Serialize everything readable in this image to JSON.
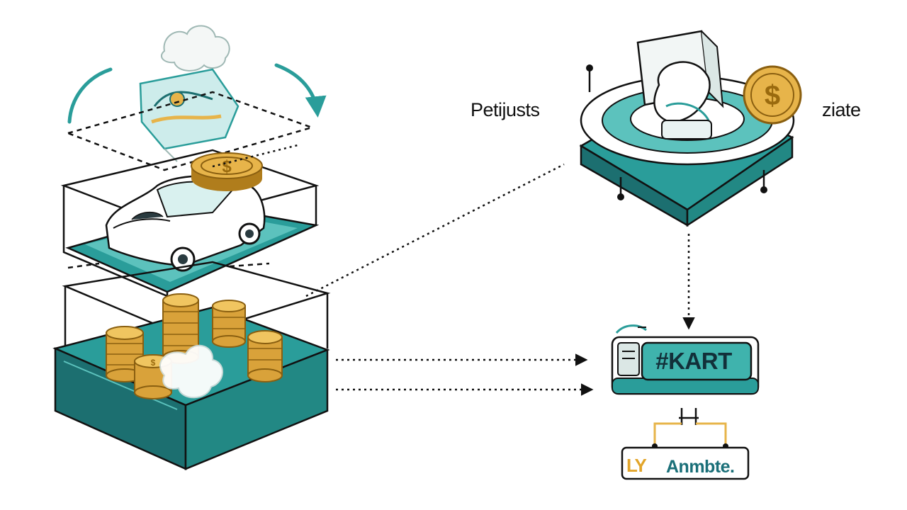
{
  "labels": {
    "left": "Petijusts",
    "right": "ziate"
  },
  "screen": {
    "text": "#KART"
  },
  "brand": {
    "text": "Anmbte.",
    "mark": "LY"
  },
  "icons": {
    "coin": "dollar-coin-icon",
    "car": "car-icon",
    "machine": "processing-machine-icon"
  },
  "colors": {
    "teal": "#2a9d9a",
    "teal_dark": "#1c6f70",
    "gold": "#e7b44a",
    "gold_dark": "#b07d1c",
    "ink": "#111111"
  },
  "coin_glyph": "$"
}
